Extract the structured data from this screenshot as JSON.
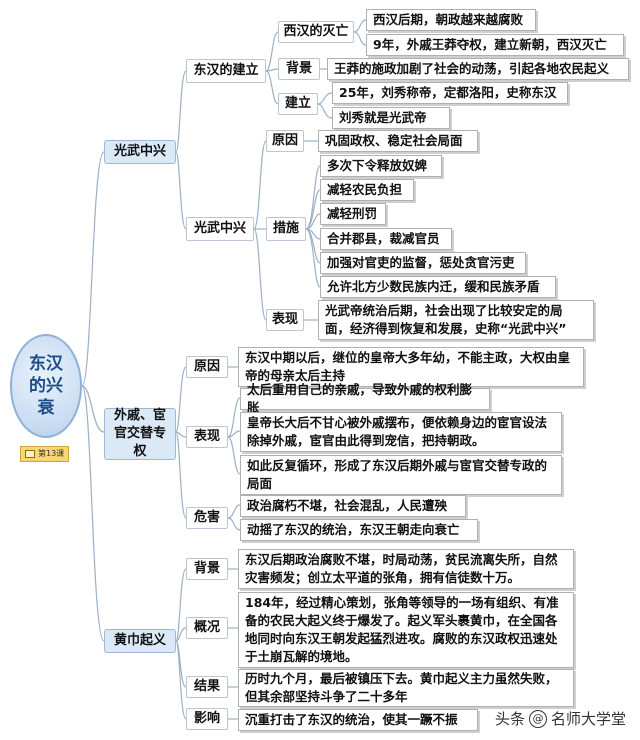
{
  "root": {
    "title_lines": [
      "东汉",
      "的兴",
      "衰"
    ],
    "lesson": "第13课"
  },
  "branches": {
    "b1": {
      "label": "光武中兴",
      "jianli": {
        "label": "东汉的建立",
        "miewang": {
          "label": "西汉的灭亡",
          "items": [
            "西汉后期，朝政越来越腐败",
            "9年，外戚王莽夺权，建立新朝，西汉灭亡"
          ]
        },
        "beijing": {
          "label": "背景",
          "items": [
            "王莽的施政加剧了社会的动荡，引起各地农民起义"
          ]
        },
        "jianli2": {
          "label": "建立",
          "items": [
            "25年，刘秀称帝，定都洛阳，史称东汉",
            "刘秀就是光武帝"
          ]
        }
      },
      "zhongxing": {
        "label": "光武中兴",
        "yuanyin": {
          "label": "原因",
          "items": [
            "巩固政权、稳定社会局面"
          ]
        },
        "cuoshi": {
          "label": "措施",
          "items": [
            "多次下令释放奴婢",
            "减轻农民负担",
            "减轻刑罚",
            "合并郡县，裁减官员",
            "加强对官吏的监督，惩处贪官污吏",
            "允许北方少数民族内迁，缓和民族矛盾"
          ]
        },
        "biaoxian": {
          "label": "表现",
          "items": [
            "光武帝统治后期，社会出现了比较安定的局面，经济得到恢复和发展，史称“光武中兴”"
          ]
        }
      }
    },
    "b2": {
      "label": "外戚、宦官交替专权",
      "yuanyin": {
        "label": "原因",
        "items": [
          "东汉中期以后，继位的皇帝大多年幼，不能主政，大权由皇帝的母亲太后主持"
        ]
      },
      "biaoxian": {
        "label": "表现",
        "items": [
          "太后重用自己的亲戚，导致外戚的权利膨胀",
          "皇帝长大后不甘心被外戚摆布，便依赖身边的宦官设法除掉外戚，宦官由此得到宠信，把持朝政。",
          "如此反复循环，形成了东汉后期外戚与宦官交替专政的局面"
        ]
      },
      "weihai": {
        "label": "危害",
        "items": [
          "政治腐朽不堪，社会混乱，人民遭殃",
          "动摇了东汉的统治，东汉王朝走向衰亡"
        ]
      }
    },
    "b3": {
      "label": "黄巾起义",
      "beijing": {
        "label": "背景",
        "items": [
          "东汉后期政治腐败不堪，时局动荡，贫民流离失所，自然灾害频发；创立太平道的张角，拥有信徒数十万。"
        ]
      },
      "gaikuang": {
        "label": "概况",
        "items": [
          "184年，经过精心策划，张角等领导的一场有组织、有准备的农民大起义终于爆发了。起义军头裹黄巾，在全国各地同时向东汉王朝发起猛烈进攻。腐败的东汉政权迅速处于土崩瓦解的境地。"
        ]
      },
      "jieguo": {
        "label": "结果",
        "items": [
          "历时九个月，最后被镇压下去。黄巾起义主力虽然失败，但其余部坚持斗争了二十多年"
        ]
      },
      "yingxiang": {
        "label": "影响",
        "items": [
          "沉重打击了东汉的统治，使其一蹶不振"
        ]
      }
    }
  },
  "watermark": {
    "prefix": "头条",
    "at": "@",
    "name": "名师大学堂"
  }
}
